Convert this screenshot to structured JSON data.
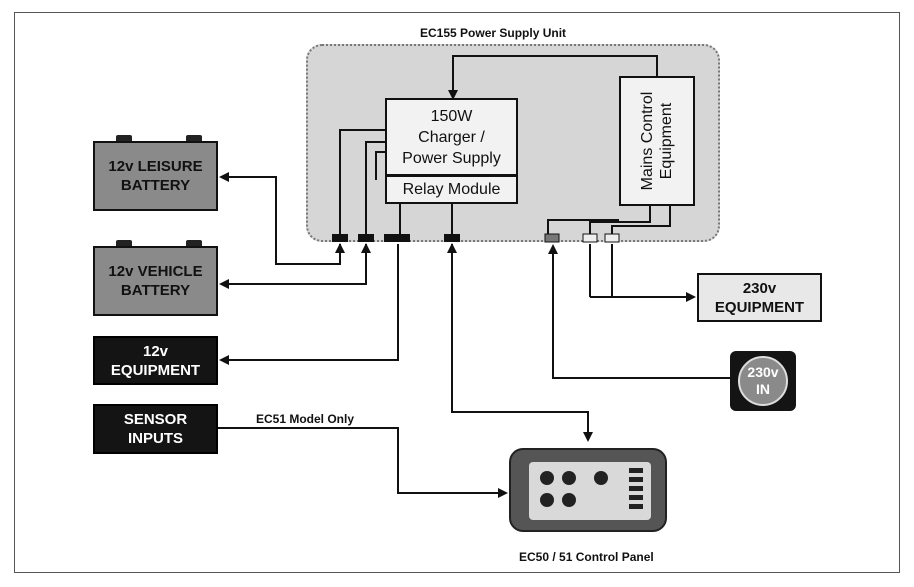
{
  "psu": {
    "title": "EC155 Power Supply Unit"
  },
  "charger": {
    "line1": "150W",
    "line2": "Charger /",
    "line3": "Power Supply"
  },
  "relay": {
    "label": "Relay Module"
  },
  "mains": {
    "line1": "Mains Control",
    "line2": "Equipment"
  },
  "leisure_battery": {
    "line1": "12v LEISURE",
    "line2": "BATTERY"
  },
  "vehicle_battery": {
    "line1": "12v VEHICLE",
    "line2": "BATTERY"
  },
  "equipment_12v": {
    "line1": "12v",
    "line2": "EQUIPMENT"
  },
  "sensor_inputs": {
    "line1": "SENSOR",
    "line2": "INPUTS"
  },
  "equipment_230v": {
    "line1": "230v",
    "line2": "EQUIPMENT"
  },
  "input_230v": {
    "line1": "230v",
    "line2": "IN"
  },
  "sensor_note": "EC51 Model Only",
  "control_panel": {
    "label": "EC50 / 51 Control Panel"
  },
  "colors": {
    "psu_fill": "#d6d6d6",
    "battery_fill": "#8a8a8a",
    "equipment_fill": "#141414"
  }
}
